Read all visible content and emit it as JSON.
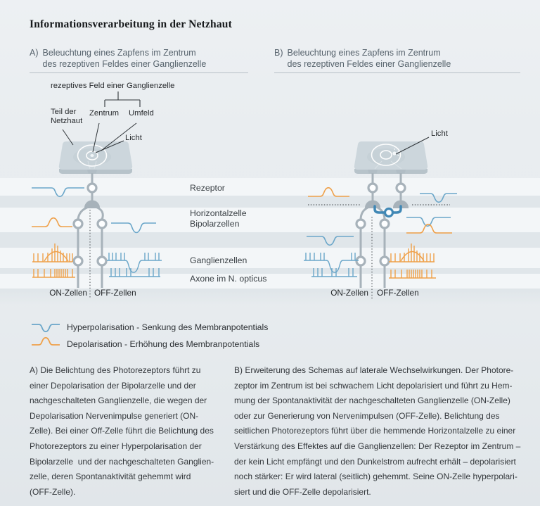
{
  "title": "Informationsverarbeitung in der Netzhaut",
  "colors": {
    "hyperpolarisation_blue": "#6aa6c9",
    "depolarisation_orange": "#efa049",
    "horizontal_cell_blue": "#4188b5",
    "cell_gray": "#a7b2ba"
  },
  "panel_a": {
    "prefix": "A)",
    "header_lines": [
      "Beleuchtung eines Zapfens im Zentrum",
      "des rezeptiven Feldes einer Ganglienzelle"
    ],
    "annotations": {
      "receptive_field": "rezeptives Feld einer Ganglienzelle",
      "retina_part": [
        "Teil der",
        "Netzhaut"
      ],
      "zentrum": "Zentrum",
      "umfeld": "Umfeld",
      "licht": "Licht"
    },
    "on_label": "ON-Zellen",
    "off_label": "OFF-Zellen"
  },
  "panel_b": {
    "prefix": "B)",
    "header_lines": [
      "Beleuchtung eines Zapfens im Zentrum",
      "des rezeptiven Feldes einer Ganglienzelle"
    ],
    "annotations": {
      "licht": "Licht"
    },
    "on_label": "ON-Zellen",
    "off_label": "OFF-Zellen"
  },
  "row_labels": [
    "Rezeptor",
    "Horizontalzelle",
    "Bipolarzellen",
    "Ganglienzellen",
    "Axone im N. opticus"
  ],
  "legend": [
    {
      "type": "hyperpolarisation",
      "color": "#6aa6c9",
      "label": "Hyperpolarisation - Senkung des Membranpotentials"
    },
    {
      "type": "depolarisation",
      "color": "#efa049",
      "label": "Depolarisation - Erhöhung des Membranpotentials"
    }
  ],
  "caption_a_lines": [
    "A) Die Belichtung des Photorezeptors führt zu",
    "einer Depolarisation der Bipolarzelle und der",
    "nachgeschalteten Ganglienzelle, die wegen der",
    "Depolarisation Nervenimpulse generiert (ON-",
    "Zelle). Bei einer Off-Zelle führt die Belichtung des",
    "Photorezeptors zu einer Hyperpolarisation der",
    "Bipolarzelle  und der nachgeschalteten Ganglien-",
    "zelle, deren Spontanaktivität gehemmt wird",
    "(OFF-Zelle)."
  ],
  "caption_b_lines": [
    "B) Erweiterung des Schemas auf laterale Wechselwirkungen. Der Photore-",
    "zeptor im Zentrum ist bei schwachem Licht depolarisiert und führt zu Hem-",
    "mung der Spontanaktivität der nachgeschalteten Ganglienzelle (ON-Zelle)",
    "oder zur Generierung von Nervenimpulsen (OFF-Zelle). Belichtung des",
    "seitlichen Photorezeptors führt über die hemmende Horizontalzelle zu einer",
    "Verstärkung des Effektes auf die Ganglienzellen: Der Rezeptor im Zentrum –",
    "der kein Licht empfängt und den Dunkelstrom aufrecht erhält – depolarisiert",
    "noch stärker: Er wird lateral (seitlich) gehemmt. Seine ON-Zelle hyperpolari-",
    "siert und die OFF-Zelle depolarisiert."
  ]
}
